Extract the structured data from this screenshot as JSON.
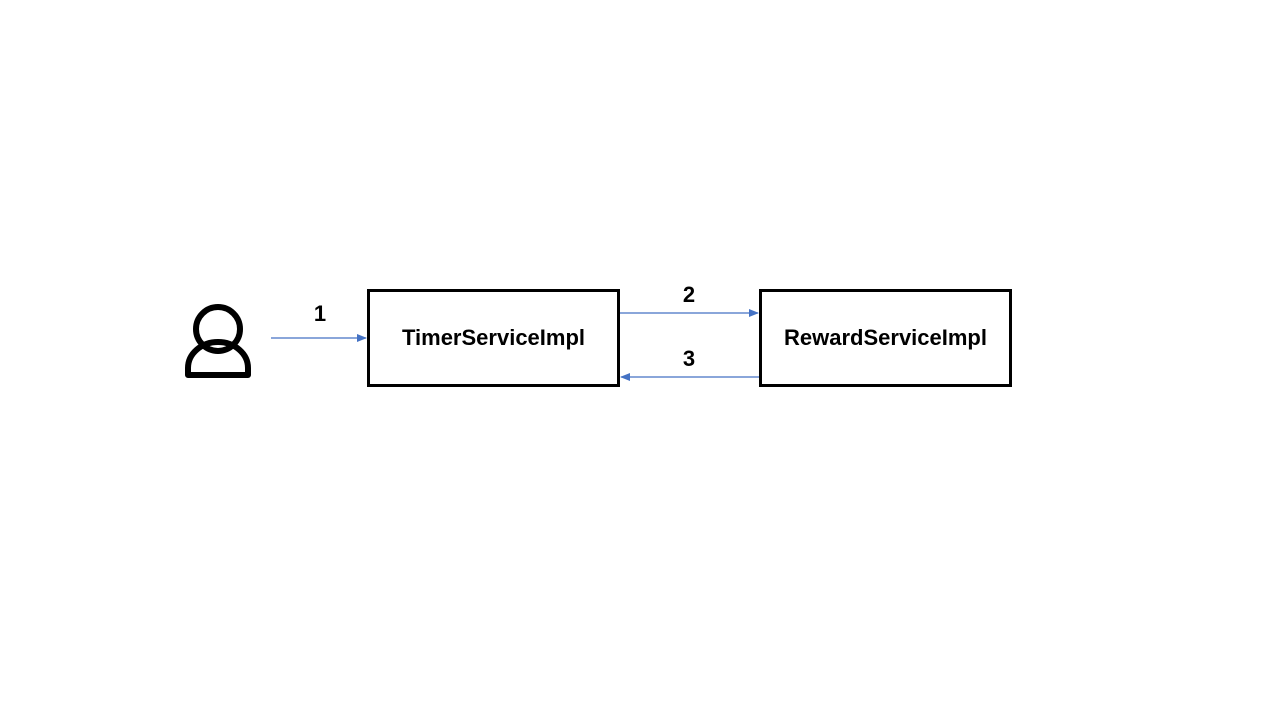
{
  "diagram": {
    "actor": {
      "icon": "user-icon"
    },
    "nodes": {
      "timer": "TimerServiceImpl",
      "reward": "RewardServiceImpl"
    },
    "edges": [
      {
        "label": "1",
        "from": "actor",
        "to": "timer"
      },
      {
        "label": "2",
        "from": "timer",
        "to": "reward"
      },
      {
        "label": "3",
        "from": "reward",
        "to": "timer"
      }
    ],
    "colors": {
      "arrow": "#4472C4",
      "stroke": "#000000",
      "background": "#FFFFFF"
    }
  }
}
